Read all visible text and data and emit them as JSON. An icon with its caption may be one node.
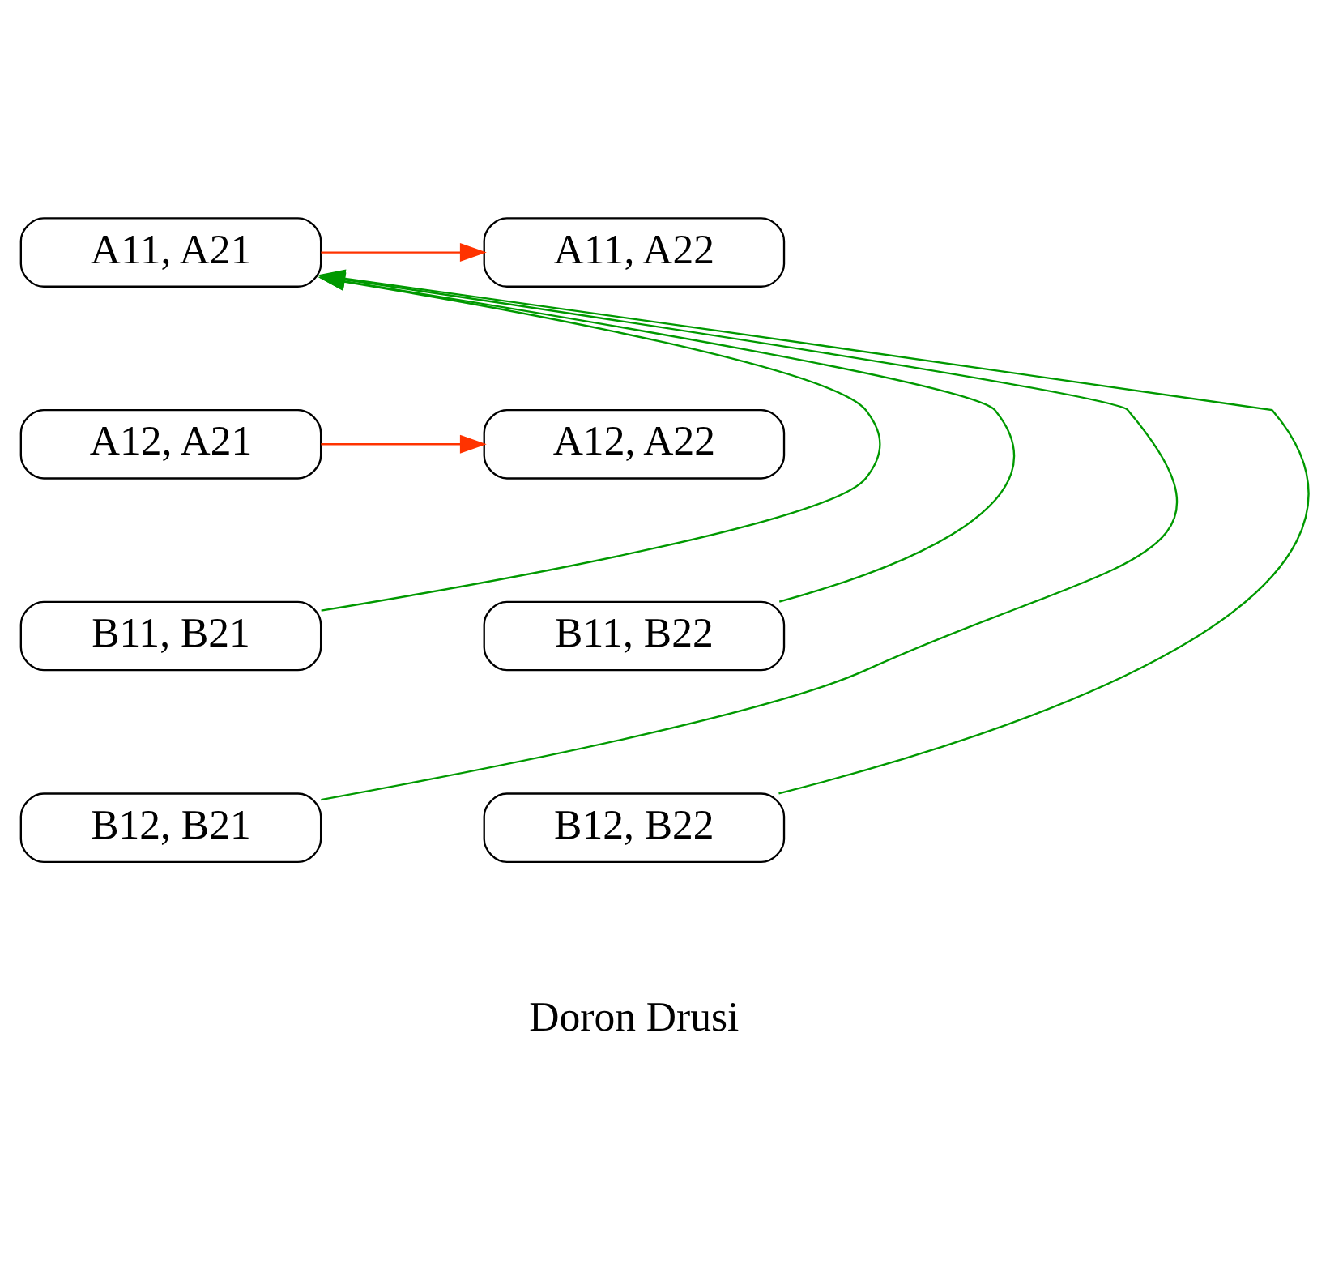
{
  "diagram": {
    "nodes": [
      {
        "text": [
          "A11, A21"
        ]
      },
      {
        "text": [
          "A11, A22"
        ]
      },
      {
        "text": [
          "A12, A21"
        ]
      },
      {
        "text": [
          "A12, A22"
        ]
      },
      {
        "text": [
          "B11, B21"
        ]
      },
      {
        "text": [
          "B11, B22"
        ]
      },
      {
        "text": [
          "B12, B21"
        ]
      },
      {
        "text": [
          "B12, B22"
        ]
      }
    ],
    "edges": [
      {
        "from": 0,
        "to": 1,
        "arrow": "to",
        "color": "#ff3300"
      },
      {
        "from": 2,
        "to": 3,
        "arrow": "to",
        "color": "#ff3300"
      },
      {
        "from": 4,
        "to": 0,
        "arrow": "to",
        "color": "#009900"
      },
      {
        "from": 6,
        "to": 0,
        "arrow": "to",
        "color": "#009900"
      },
      {
        "from": 5,
        "to": 0,
        "arrow": "to",
        "color": "#009900"
      },
      {
        "from": 7,
        "to": 0,
        "arrow": "to",
        "color": "#009900"
      }
    ],
    "labels": [
      "Doron Drusi"
    ]
  }
}
